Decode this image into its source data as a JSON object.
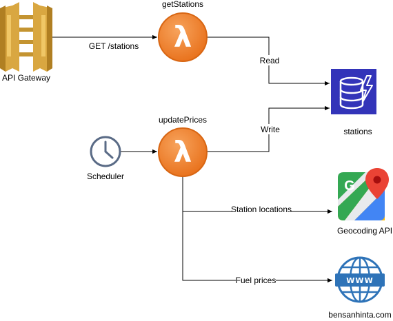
{
  "nodes": {
    "api_gateway": {
      "label": "API Gateway",
      "color": "#D9A741"
    },
    "get_stations": {
      "label": "getStations",
      "color": "#F58534"
    },
    "update_prices": {
      "label": "updatePrices",
      "color": "#F58534"
    },
    "scheduler": {
      "label": "Scheduler",
      "color": "#5A6B86"
    },
    "stations_db": {
      "label": "stations",
      "color": "#3334B9"
    },
    "geocoding_api": {
      "label": "Geocoding API"
    },
    "bensanhinta": {
      "label": "bensanhinta.com",
      "color": "#2E73B8"
    }
  },
  "edges": {
    "get_request": {
      "label": "GET /stations"
    },
    "read": {
      "label": "Read"
    },
    "write": {
      "label": "Write"
    },
    "station_locations": {
      "label": "Station locations"
    },
    "fuel_prices": {
      "label": "Fuel prices"
    }
  }
}
